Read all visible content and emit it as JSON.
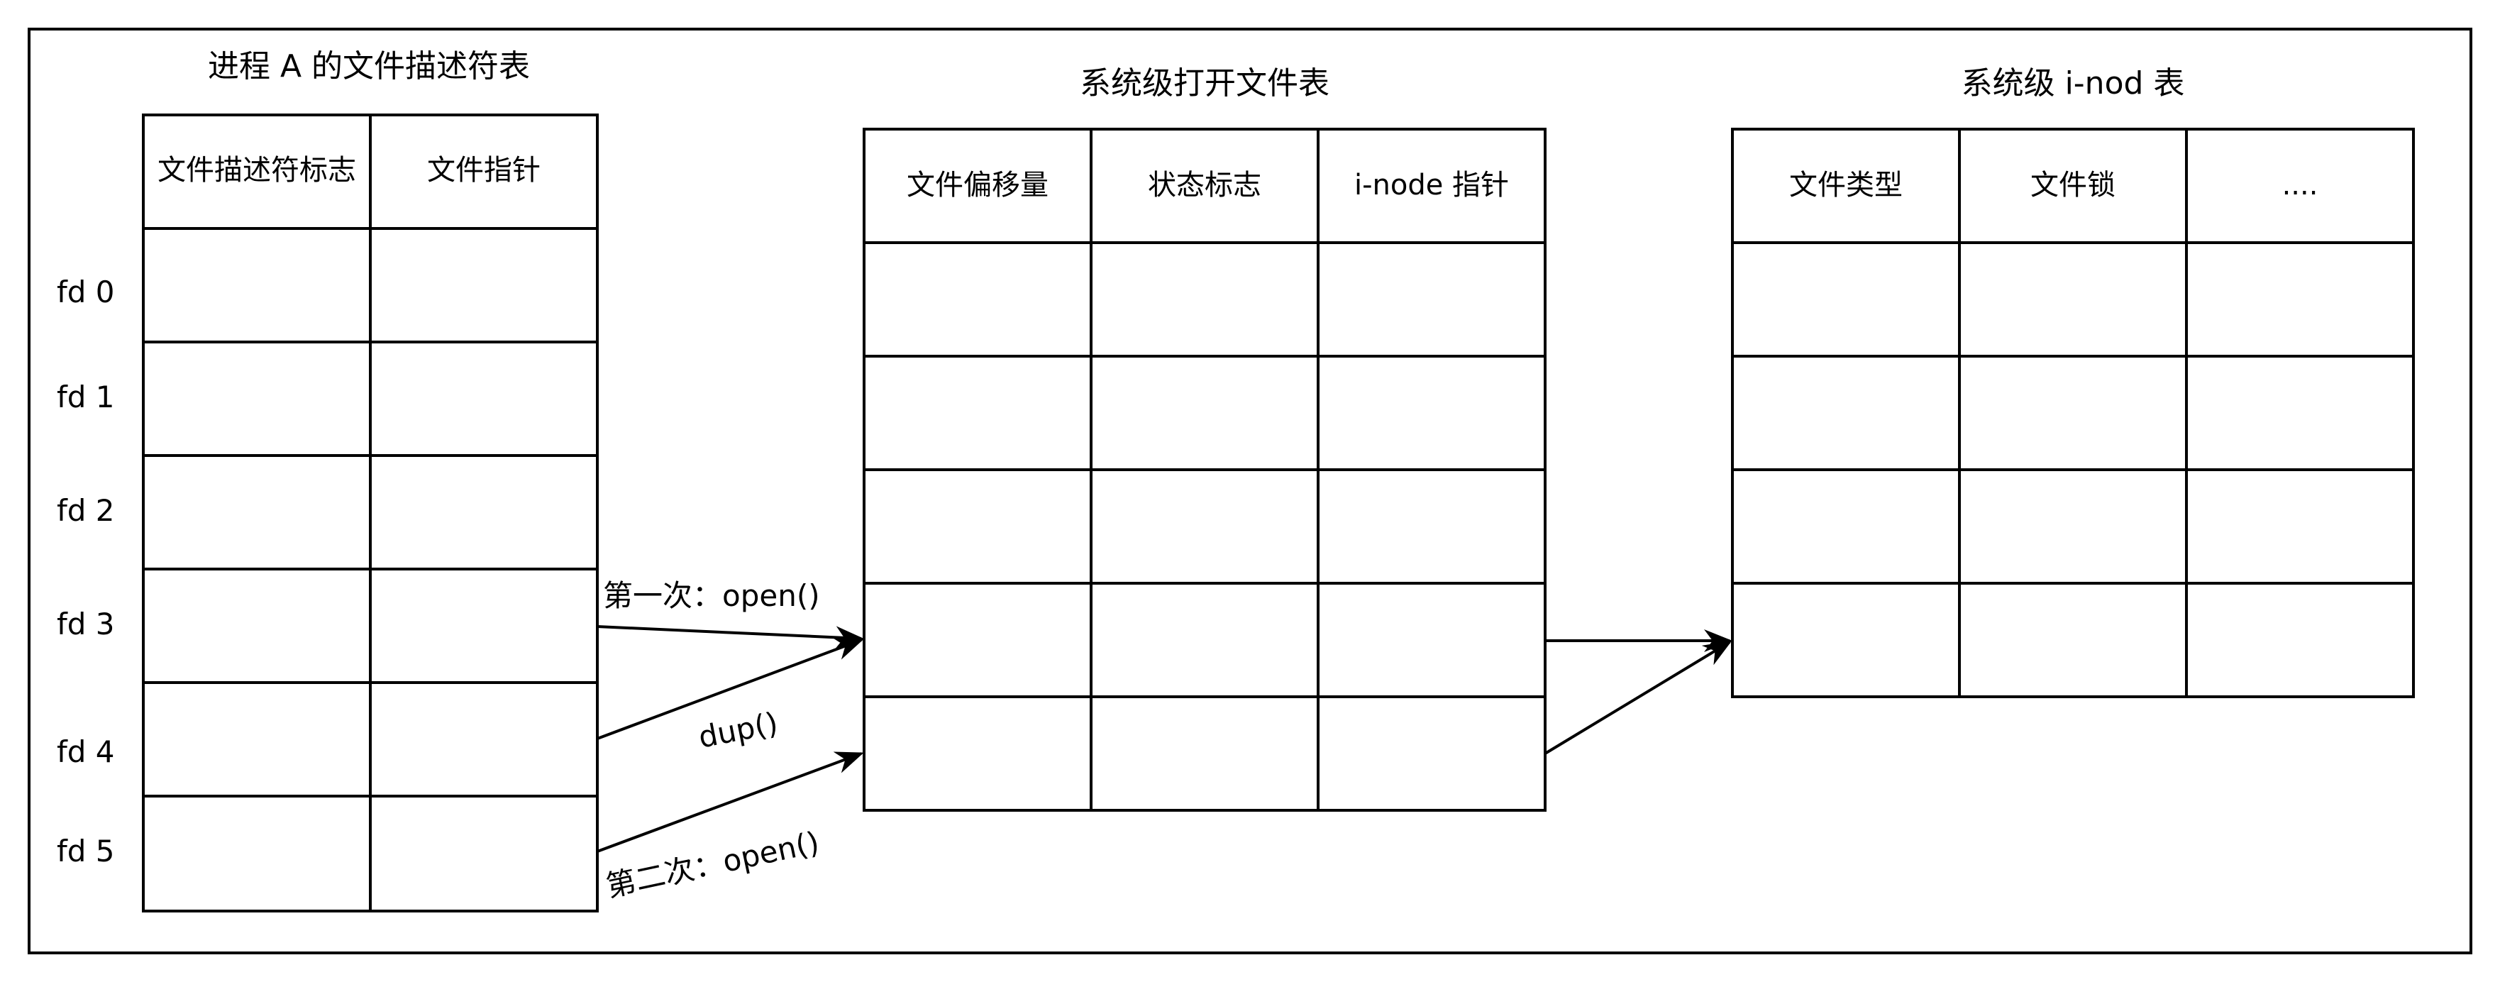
{
  "process_table": {
    "title": "进程 A 的文件描述符表",
    "headers": [
      "文件描述符标志",
      "文件指针"
    ],
    "row_labels": [
      "fd 0",
      "fd 1",
      "fd 2",
      "fd 3",
      "fd 4",
      "fd 5"
    ]
  },
  "open_file_table": {
    "title": "系统级打开文件表",
    "headers": [
      "文件偏移量",
      "状态标志",
      "i-node 指针"
    ],
    "rows": 5
  },
  "inode_table": {
    "title": "系统级 i-nod 表",
    "headers": [
      "文件类型",
      "文件锁",
      "...."
    ],
    "rows": 4
  },
  "arrows": {
    "first_open": "第一次：open()",
    "dup": "dup()",
    "second_open": "第二次：open()"
  },
  "colors": {
    "line": "#000000",
    "background": "#ffffff"
  }
}
